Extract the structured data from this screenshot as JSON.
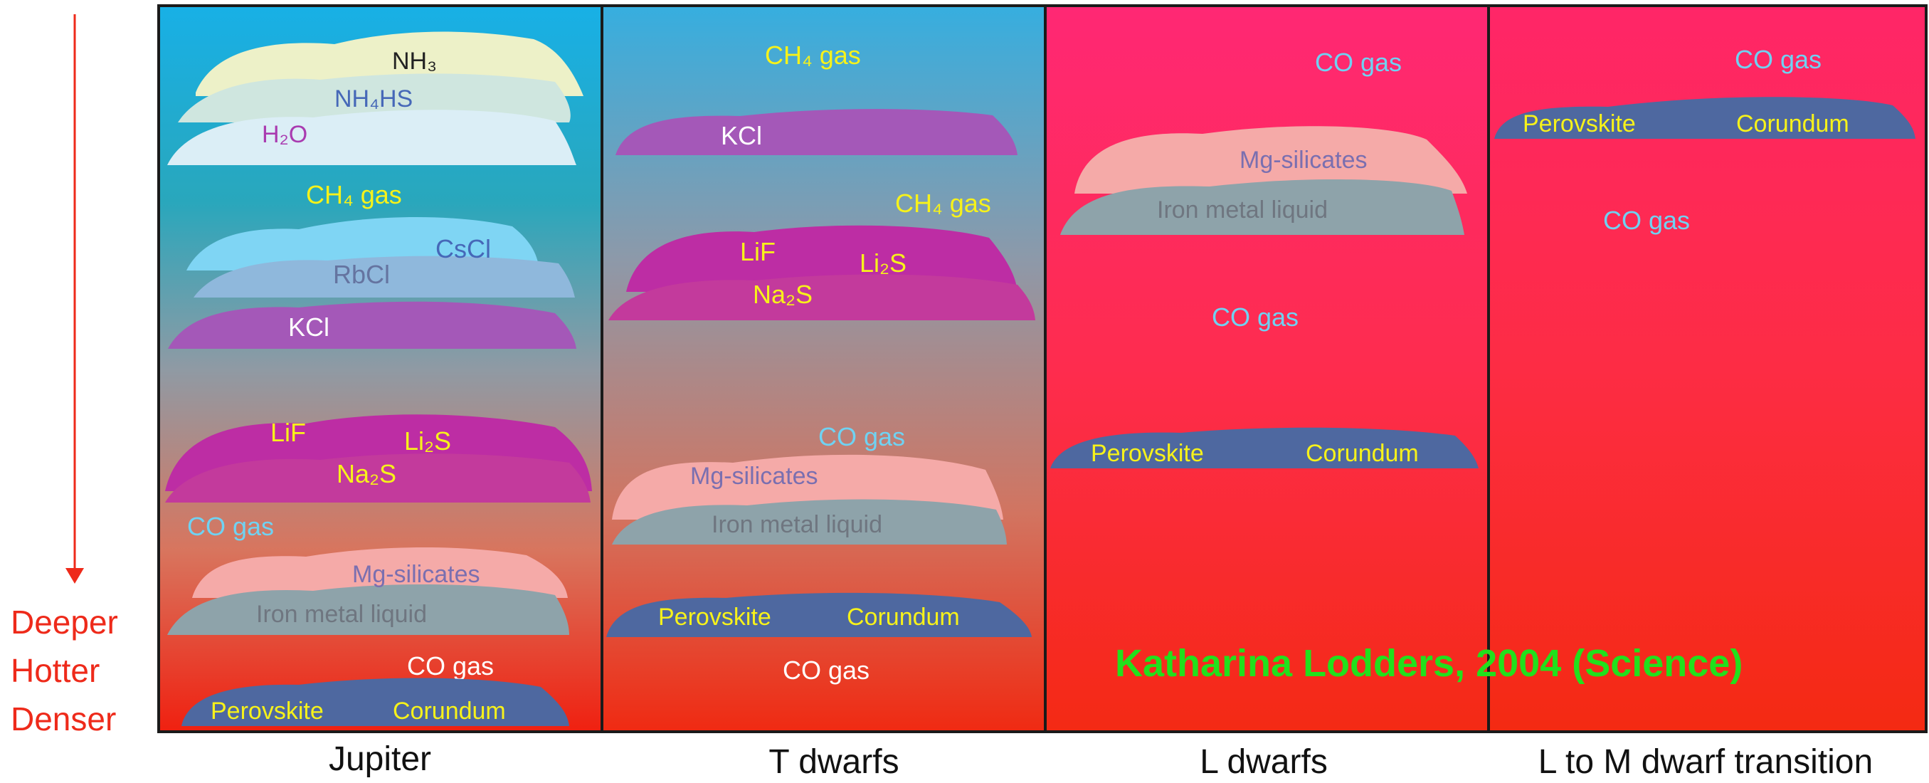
{
  "depth_axis": {
    "direction_labels": [
      "Deeper",
      "Hotter",
      "Denser"
    ]
  },
  "columns": [
    {
      "name": "Jupiter",
      "layers": [
        {
          "labels": [
            {
              "text": "NH₃"
            },
            {
              "text": "NH₄HS"
            },
            {
              "text": "H₂O"
            }
          ]
        },
        {
          "labels": [
            {
              "text": "CH₄ gas"
            }
          ]
        },
        {
          "labels": [
            {
              "text": "CsCl"
            },
            {
              "text": "RbCl"
            }
          ]
        },
        {
          "labels": [
            {
              "text": "KCl"
            }
          ]
        },
        {
          "labels": [
            {
              "text": "LiF"
            },
            {
              "text": "Li₂S"
            },
            {
              "text": "Na₂S"
            }
          ]
        },
        {
          "labels": [
            {
              "text": "CO gas"
            }
          ]
        },
        {
          "labels": [
            {
              "text": "Mg-silicates"
            },
            {
              "text": "Iron metal liquid"
            }
          ]
        },
        {
          "labels": [
            {
              "text": "CO gas"
            }
          ]
        },
        {
          "labels": [
            {
              "text": "Perovskite"
            },
            {
              "text": "Corundum"
            }
          ]
        }
      ]
    },
    {
      "name": "T dwarfs",
      "layers": [
        {
          "labels": [
            {
              "text": "CH₄ gas"
            }
          ]
        },
        {
          "labels": [
            {
              "text": "KCl"
            }
          ]
        },
        {
          "labels": [
            {
              "text": "CH₄ gas"
            }
          ]
        },
        {
          "labels": [
            {
              "text": "LiF"
            },
            {
              "text": "Li₂S"
            },
            {
              "text": "Na₂S"
            }
          ]
        },
        {
          "labels": [
            {
              "text": "CO gas"
            }
          ]
        },
        {
          "labels": [
            {
              "text": "Mg-silicates"
            },
            {
              "text": "Iron metal liquid"
            }
          ]
        },
        {
          "labels": [
            {
              "text": "Perovskite"
            },
            {
              "text": "Corundum"
            }
          ]
        },
        {
          "labels": [
            {
              "text": "CO gas"
            }
          ]
        }
      ]
    },
    {
      "name": "L dwarfs",
      "layers": [
        {
          "labels": [
            {
              "text": "CO gas"
            }
          ]
        },
        {
          "labels": [
            {
              "text": "Mg-silicates"
            },
            {
              "text": "Iron metal liquid"
            }
          ]
        },
        {
          "labels": [
            {
              "text": "CO gas"
            }
          ]
        },
        {
          "labels": [
            {
              "text": "Perovskite"
            },
            {
              "text": "Corundum"
            }
          ]
        }
      ]
    },
    {
      "name": "L to M dwarf transition",
      "layers": [
        {
          "labels": [
            {
              "text": "CO gas"
            }
          ]
        },
        {
          "labels": [
            {
              "text": "Perovskite"
            },
            {
              "text": "Corundum"
            }
          ]
        },
        {
          "labels": [
            {
              "text": "CO gas"
            }
          ]
        }
      ]
    }
  ],
  "credit": "Katharina Lodders, 2004 (Science)",
  "colors": {
    "direction_red": "#ee2a1a",
    "credit_green": "#22e01c",
    "label_yellow": "#f7f21a",
    "label_white": "#ffffff",
    "label_purple": "#a93bb0",
    "label_blue": "#4668b8",
    "label_gray": "#7a8088",
    "label_skyblue": "#6fd2f2",
    "label_black": "#222222"
  }
}
